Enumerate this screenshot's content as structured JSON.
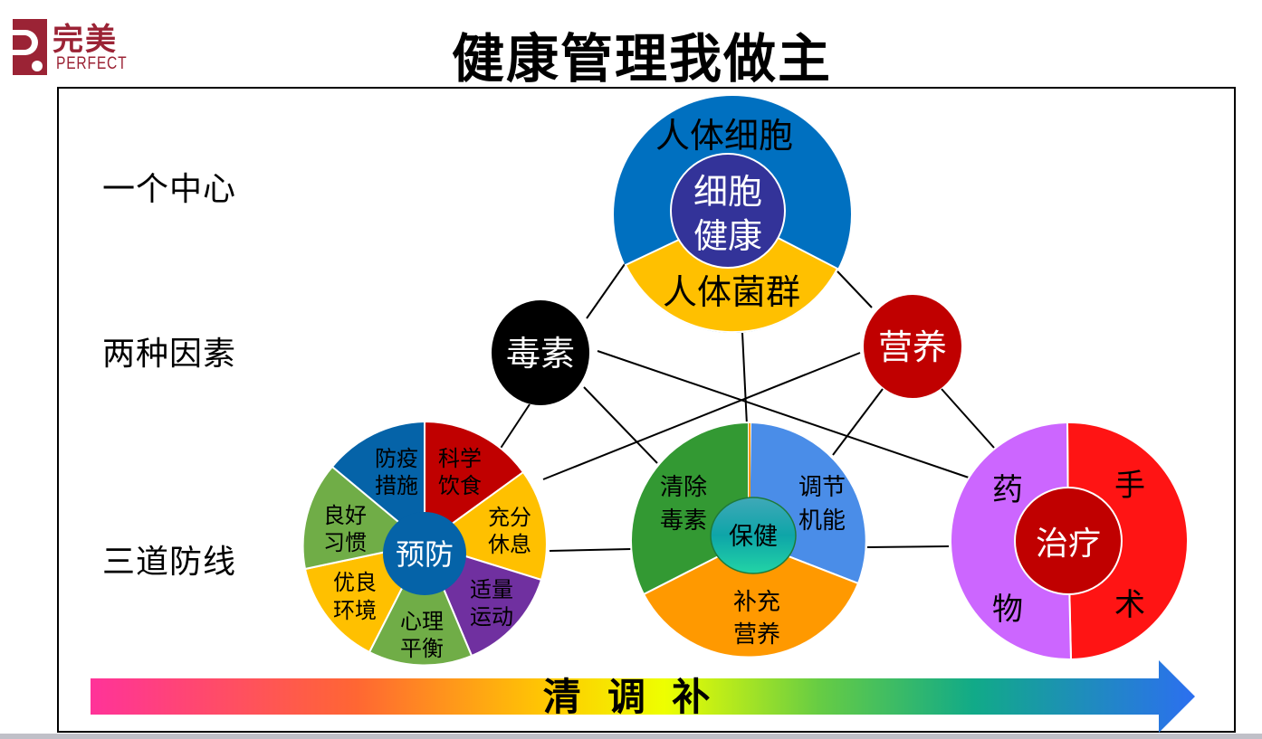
{
  "logo": {
    "name_cn": "完美",
    "name_en": "PERFECT",
    "color": "#9b2335"
  },
  "title": "健康管理我做主",
  "row_labels": {
    "one_center": "一个中心",
    "two_factors": "两种因素",
    "three_lines": "三道防线"
  },
  "center_circle": {
    "outer_top": "人体细胞",
    "outer_bottom": "人体菌群",
    "inner_line1": "细胞",
    "inner_line2": "健康",
    "colors": {
      "outer_top": "#0070c0",
      "outer_bottom": "#ffc000",
      "inner": "#333399"
    }
  },
  "factors": {
    "toxin": {
      "label": "毒素",
      "color": "#000000"
    },
    "nutrition": {
      "label": "营养",
      "color": "#c00000"
    }
  },
  "prevention": {
    "center": "预防",
    "center_color": "#0563a8",
    "segments": [
      {
        "line1": "科学",
        "line2": "饮食",
        "color": "#c00000"
      },
      {
        "line1": "充分",
        "line2": "休息",
        "color": "#ffc000"
      },
      {
        "line1": "适量",
        "line2": "运动",
        "color": "#7030a0"
      },
      {
        "line1": "心理",
        "line2": "平衡",
        "color": "#70ad47"
      },
      {
        "line1": "优良",
        "line2": "环境",
        "color": "#ffc000"
      },
      {
        "line1": "良好",
        "line2": "习惯",
        "color": "#70ad47"
      },
      {
        "line1": "防疫",
        "line2": "措施",
        "color": "#0563a8"
      }
    ]
  },
  "healthcare": {
    "center": "保健",
    "segments": [
      {
        "line1": "调节",
        "line2": "机能",
        "color": "#4a8de8"
      },
      {
        "line1": "补充",
        "line2": "营养",
        "color": "#ff9900"
      },
      {
        "line1": "清除",
        "line2": "毒素",
        "color": "#339933"
      }
    ]
  },
  "treatment": {
    "center": "治疗",
    "center_color": "#c00000",
    "segments": [
      {
        "line1": "手",
        "line2": "术",
        "color": "#ff1414"
      },
      {
        "line1": "药",
        "line2": "物",
        "color": "#cc66ff"
      }
    ]
  },
  "arrow": {
    "label": "清  调  补",
    "gradient": [
      "#ff3399",
      "#ff6633",
      "#ffcc00",
      "#eeff00",
      "#66cc44",
      "#11aa88",
      "#2c6ff0"
    ]
  }
}
